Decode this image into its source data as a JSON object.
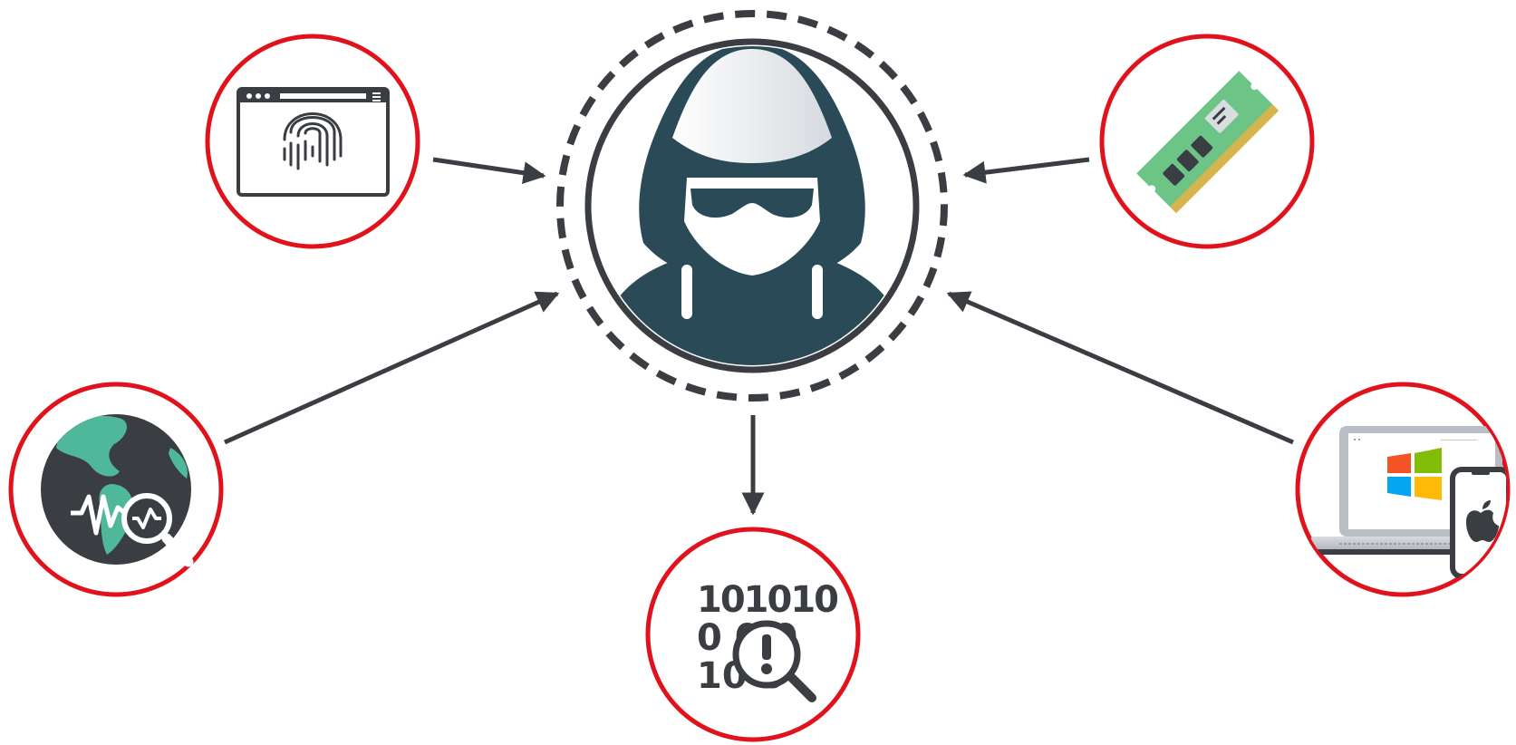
{
  "colors": {
    "ring": "#e0121b",
    "ink": "#3a3d42",
    "hacker": "#2a4a58",
    "hood_light": "#f1f2f4",
    "earth_land": "#4fb79a",
    "ram_board": "#6cc587",
    "ram_edge": "#d7b54e",
    "win_red": "#f35325",
    "win_green": "#81bc06",
    "win_blue": "#05a6f0",
    "win_yellow": "#ffba08"
  },
  "center": {
    "icon": "hooded-hacker-icon"
  },
  "nodes": [
    {
      "id": "browser-fingerprint",
      "icon": "browser-fingerprint-icon"
    },
    {
      "id": "memory-module",
      "icon": "ram-module-icon"
    },
    {
      "id": "network-traffic",
      "icon": "globe-signal-search-icon"
    },
    {
      "id": "operating-systems",
      "icon": "laptop-windows-phone-apple-icon"
    },
    {
      "id": "binary-analysis",
      "icon": "binary-search-alert-icon"
    }
  ],
  "binary": {
    "row1": "101010",
    "row2": "0 0 0",
    "row3": "10 0"
  }
}
